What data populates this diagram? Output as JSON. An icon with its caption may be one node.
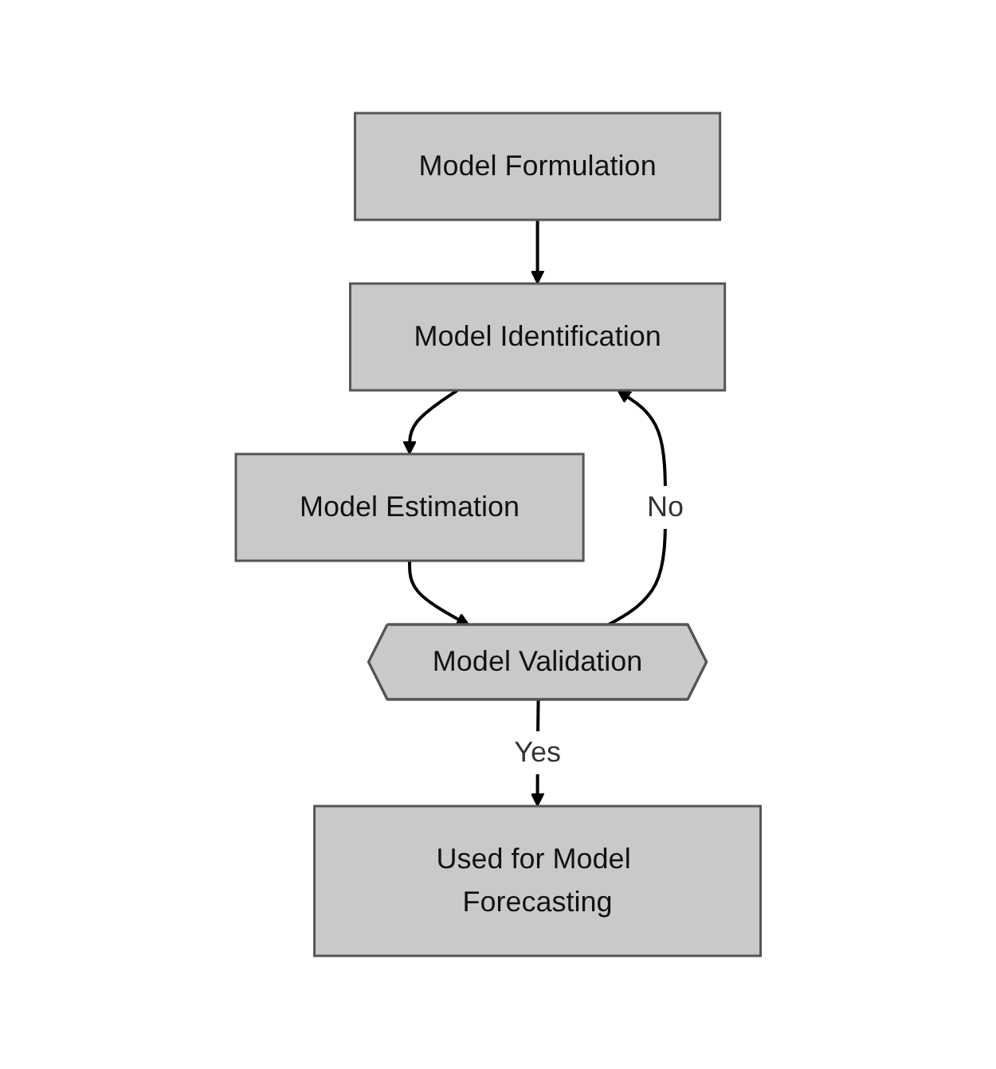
{
  "diagram": {
    "nodes": [
      {
        "text": [
          "Model Formulation"
        ]
      },
      {
        "text": [
          "Model Identification"
        ]
      },
      {
        "text": [
          "Model Estimation"
        ]
      },
      {
        "text": [
          "Model Validation"
        ]
      },
      {
        "text": [
          "Used for Model Forecasting"
        ]
      }
    ],
    "edges": [
      {
        "from": 0,
        "to": 1,
        "arrow": "to"
      },
      {
        "from": 1,
        "to": 2,
        "arrow": "to"
      },
      {
        "from": 2,
        "to": 3,
        "arrow": "to"
      },
      {
        "from": 3,
        "to": 1,
        "label": "No",
        "arrow": "to"
      },
      {
        "from": 3,
        "to": 4,
        "label": "Yes",
        "arrow": "to"
      }
    ]
  }
}
